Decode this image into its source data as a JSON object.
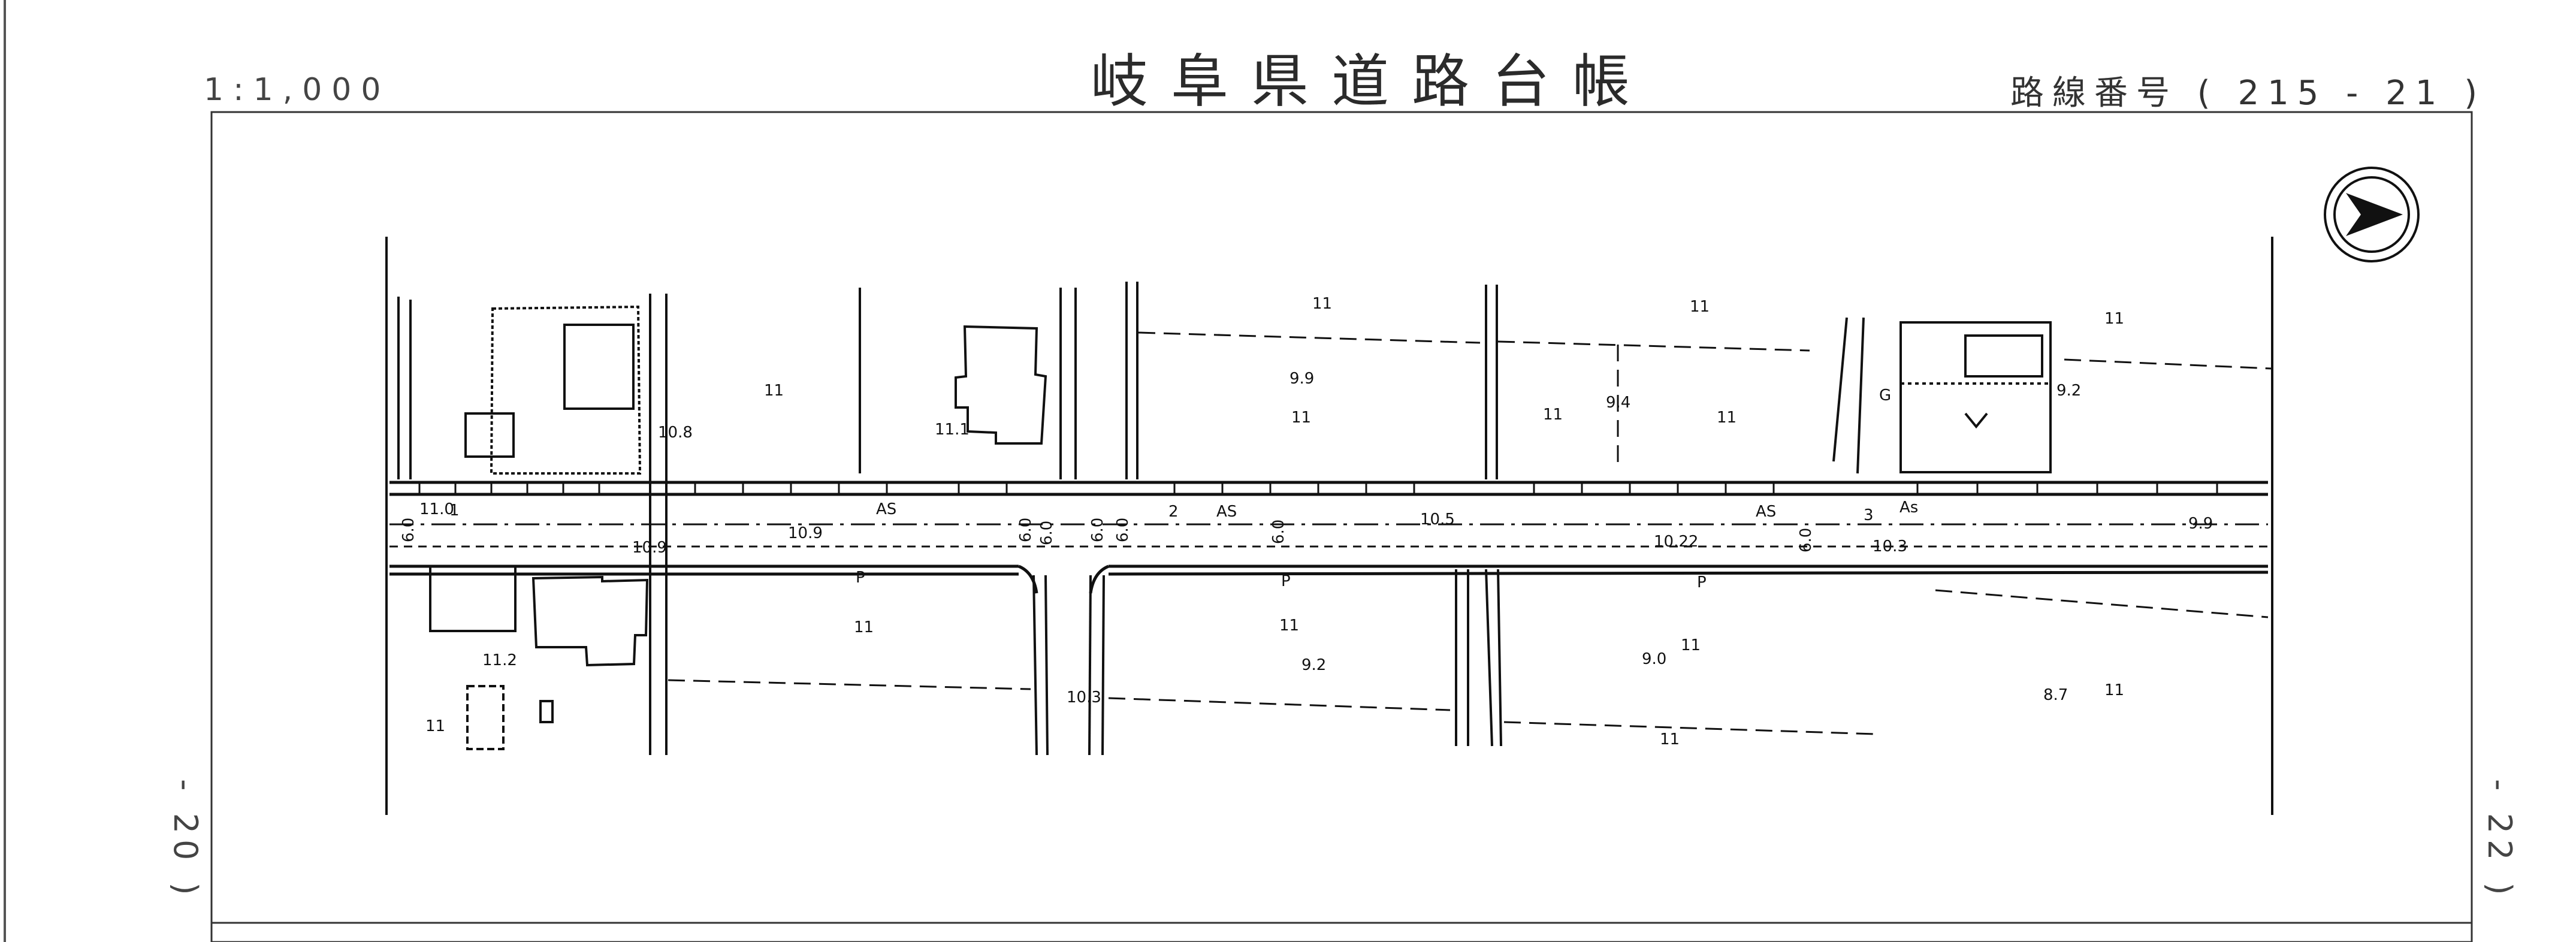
{
  "header": {
    "title": "岐阜県道路台帳",
    "scale": "1:1,000",
    "route": "路線番号 ( 215 - 21 )"
  },
  "sheet": {
    "left_neighbor": "- 20 )",
    "right_neighbor": "- 22 )"
  },
  "map": {
    "elevations": [
      "11.0",
      "10.8",
      "11.1",
      "9.9",
      "9.4",
      "9.2",
      "10.9",
      "10.9",
      "10.5",
      "10.22",
      "10.3",
      "9.9",
      "11.2",
      "10.3",
      "9.2",
      "9.0",
      "8.7"
    ],
    "surface_labels": [
      "AS",
      "AS",
      "AS",
      "As"
    ],
    "lane_widths": [
      "6.0",
      "6.0",
      "6.0",
      "6.0",
      "6.0",
      "6.0",
      "6.0"
    ],
    "section_numbers": [
      "1",
      "2",
      "3"
    ],
    "utility_marks": [
      "P",
      "P",
      "P",
      "G"
    ],
    "field_marks": [
      "11",
      "11",
      "11",
      "11",
      "11",
      "11",
      "11",
      "11",
      "11",
      "11",
      "11",
      "11",
      "11"
    ],
    "symbols": {
      "north_arrow": "north-arrow-icon",
      "shrine": "v"
    },
    "colors": {
      "ink": "#111111",
      "paper": "#ffffff"
    }
  }
}
